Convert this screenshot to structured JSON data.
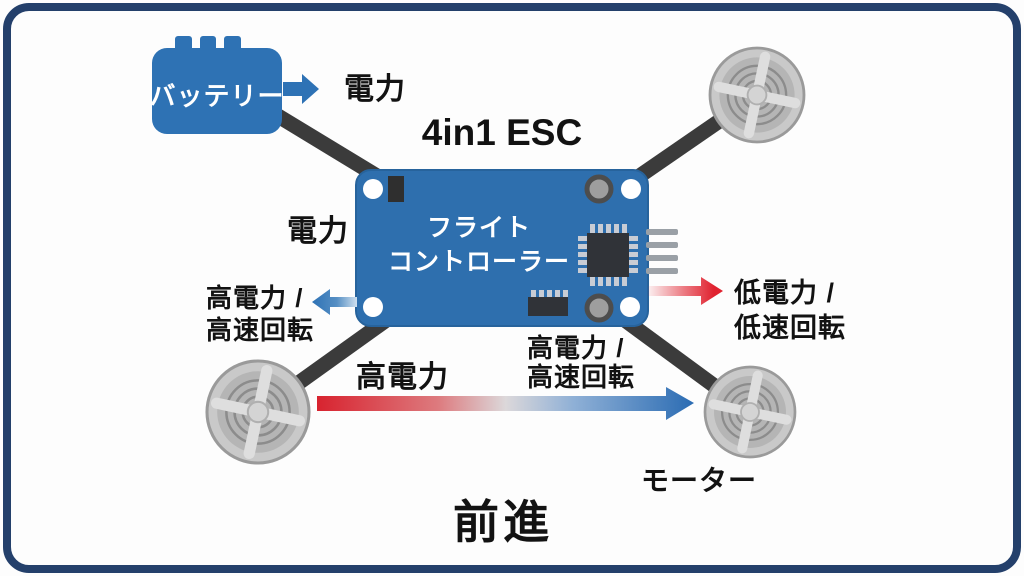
{
  "title": "4in1 ESC",
  "caption": "前進",
  "battery": {
    "label": "バッテリー",
    "output_label": "電力"
  },
  "flight_controller": {
    "name_line1": "フライト",
    "name_line2": "コントローラー",
    "input_label": "電力"
  },
  "left_motor_output": {
    "line1": "高電力 /",
    "line2": "高速回転"
  },
  "right_motor_output": {
    "line1": "低電力 /",
    "line2": "低速回転"
  },
  "rear_power_flow": {
    "label": "高電力",
    "detail_line1": "高電力 /",
    "detail_line2": "高速回転"
  },
  "motor_label": "モーター",
  "icons": {
    "battery": "battery-icon",
    "motor": "motor-propeller-icon",
    "board": "flight-controller-board-icon",
    "arrows": [
      "power-arrow-right",
      "high-power-arrow-left",
      "low-power-arrow-right",
      "power-gradient-arrow"
    ]
  },
  "colors": {
    "frame": "#24406b",
    "board_blue": "#2e6fae",
    "battery_blue": "#2e72b4",
    "arrow_blue": "#2e72b5",
    "arrow_red": "#e0222f",
    "arm_dark": "#3b3b3b",
    "motor_gray": "#c9c9c9",
    "background": "#fdfdfd"
  }
}
